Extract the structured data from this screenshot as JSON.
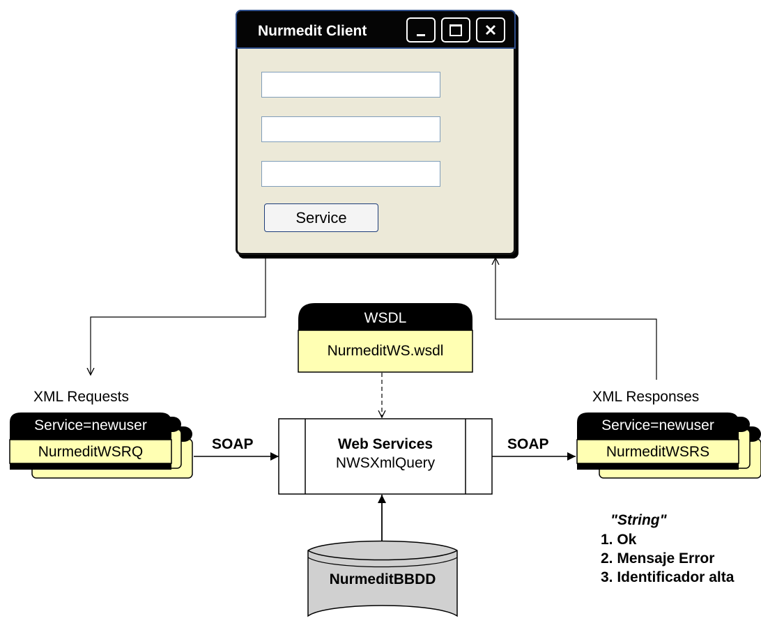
{
  "client": {
    "title": "Nurmedit Client",
    "minimize_icon": "minimize-icon",
    "maximize_icon": "maximize-icon",
    "close_icon": "close-icon",
    "fields": [
      "",
      "",
      ""
    ],
    "button_label": "Service"
  },
  "wsdl": {
    "header": "WSDL",
    "file": "NurmeditWS.wsdl"
  },
  "requests": {
    "caption": "XML Requests",
    "service": "Service=newuser",
    "doc": "NurmeditWSRQ"
  },
  "responses": {
    "caption": "XML Responses",
    "service": "Service=newuser",
    "doc": "NurmeditWSRS"
  },
  "soap_left": "SOAP",
  "soap_right": "SOAP",
  "webservice": {
    "title": "Web Services",
    "name": "NWSXmlQuery"
  },
  "database": {
    "label": "NurmeditBBDD"
  },
  "notes": {
    "title": "\"String\"",
    "items": [
      "1. Ok",
      "2. Mensaje Error",
      "3. Identificador alta"
    ]
  }
}
